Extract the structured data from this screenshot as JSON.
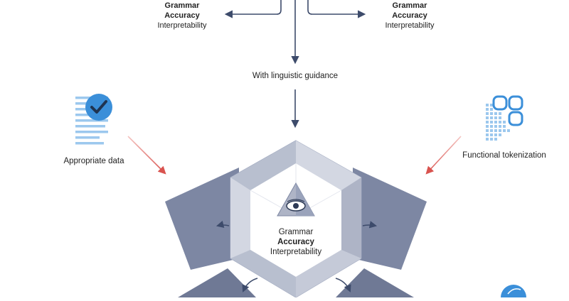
{
  "top_left": {
    "line1": "Grammar",
    "line2": "Accuracy",
    "line3": "Interpretability"
  },
  "top_right": {
    "line1": "Grammar",
    "line2": "Accuracy",
    "line3": "Interpretability"
  },
  "guidance_label": "With linguistic guidance",
  "left_label": "Appropriate data",
  "right_label": "Functional tokenization",
  "center": {
    "line1": "Grammar",
    "line2": "Accuracy",
    "line3": "Interpretability"
  },
  "colors": {
    "arrow": "#3d4b6b",
    "red_arrow": "#d9534f",
    "panel_dark": "#7d87a3",
    "panel_mid": "#9aa3bb",
    "hex_frame": "#c5cad8",
    "hex_inner_shade": "#aeb4c6",
    "icon_blue": "#3b8fd9",
    "icon_light_blue": "#9cc8ee"
  },
  "icons": {
    "left": "document-check-icon",
    "right": "token-blocks-icon",
    "center": "eye-pyramid-icon",
    "bottom_right": "quill-icon"
  }
}
